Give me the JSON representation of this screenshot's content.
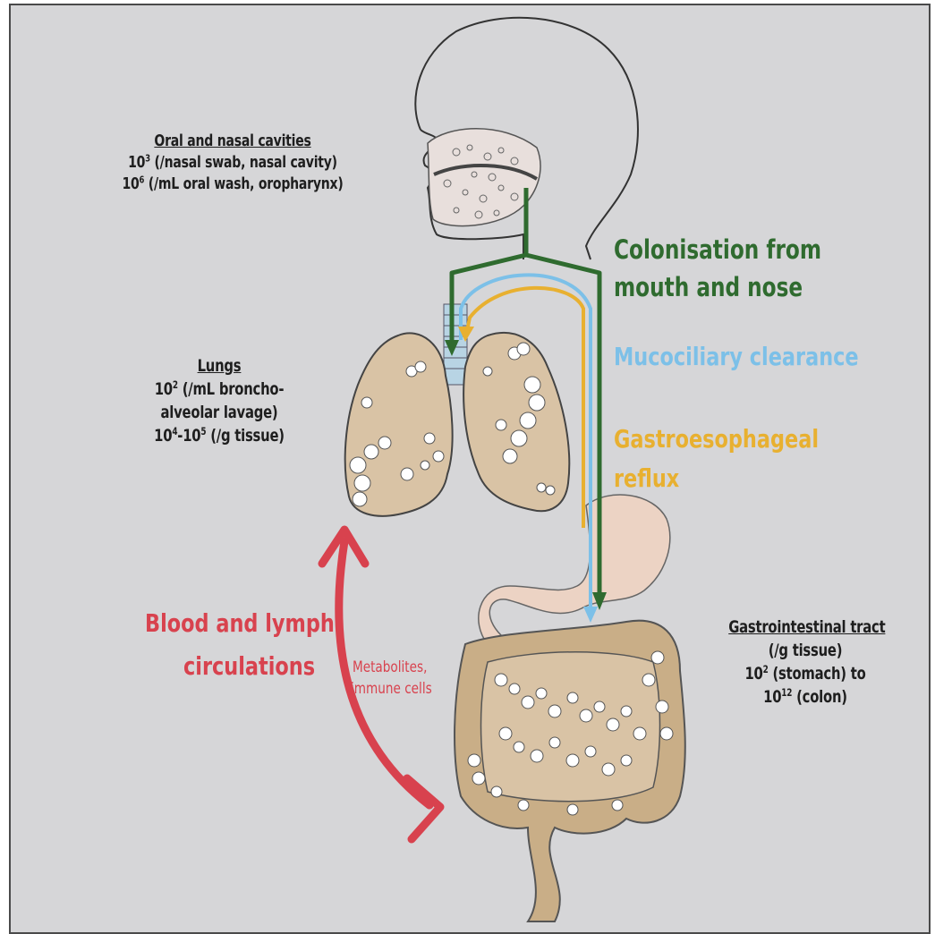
{
  "oral": {
    "title": "Oral and nasal cavities",
    "line1_base": "10",
    "line1_exp": "3",
    "line1_rest": " (/nasal swab, nasal cavity)",
    "line2_base": "10",
    "line2_exp": "6",
    "line2_rest": " (/mL oral wash, oropharynx)"
  },
  "lungs": {
    "title": "Lungs",
    "line1_base": "10",
    "line1_exp": "2",
    "line1_rest": " (/mL broncho-",
    "line2": "alveolar lavage)",
    "line3_base1": "10",
    "line3_exp1": "4",
    "line3_mid": "-10",
    "line3_exp2": "5",
    "line3_rest": " (/g tissue)"
  },
  "gi": {
    "title": "Gastrointestinal tract",
    "line1": "(/g tissue)",
    "line2_base": "10",
    "line2_exp": "2",
    "line2_rest": " (stomach) to",
    "line3_base": "10",
    "line3_exp": "12",
    "line3_rest": " (colon)"
  },
  "labels": {
    "colonisation_1": "Colonisation from",
    "colonisation_2": "mouth and nose",
    "mucociliary": "Mucociliary clearance",
    "reflux_1": "Gastroesophageal",
    "reflux_2": "reflux",
    "blood_1": "Blood and lymph",
    "blood_2": "circulations",
    "metab_1": "Metabolites,",
    "metab_2": "immune cells"
  },
  "colors": {
    "background": "#d6d6d8",
    "colonisation": "#2f6b2f",
    "mucociliary": "#7cc0e8",
    "reflux": "#e8b030",
    "blood": "#d8424e",
    "organ_tan": "#d9c3a5",
    "stomach": "#ecd3c4"
  }
}
